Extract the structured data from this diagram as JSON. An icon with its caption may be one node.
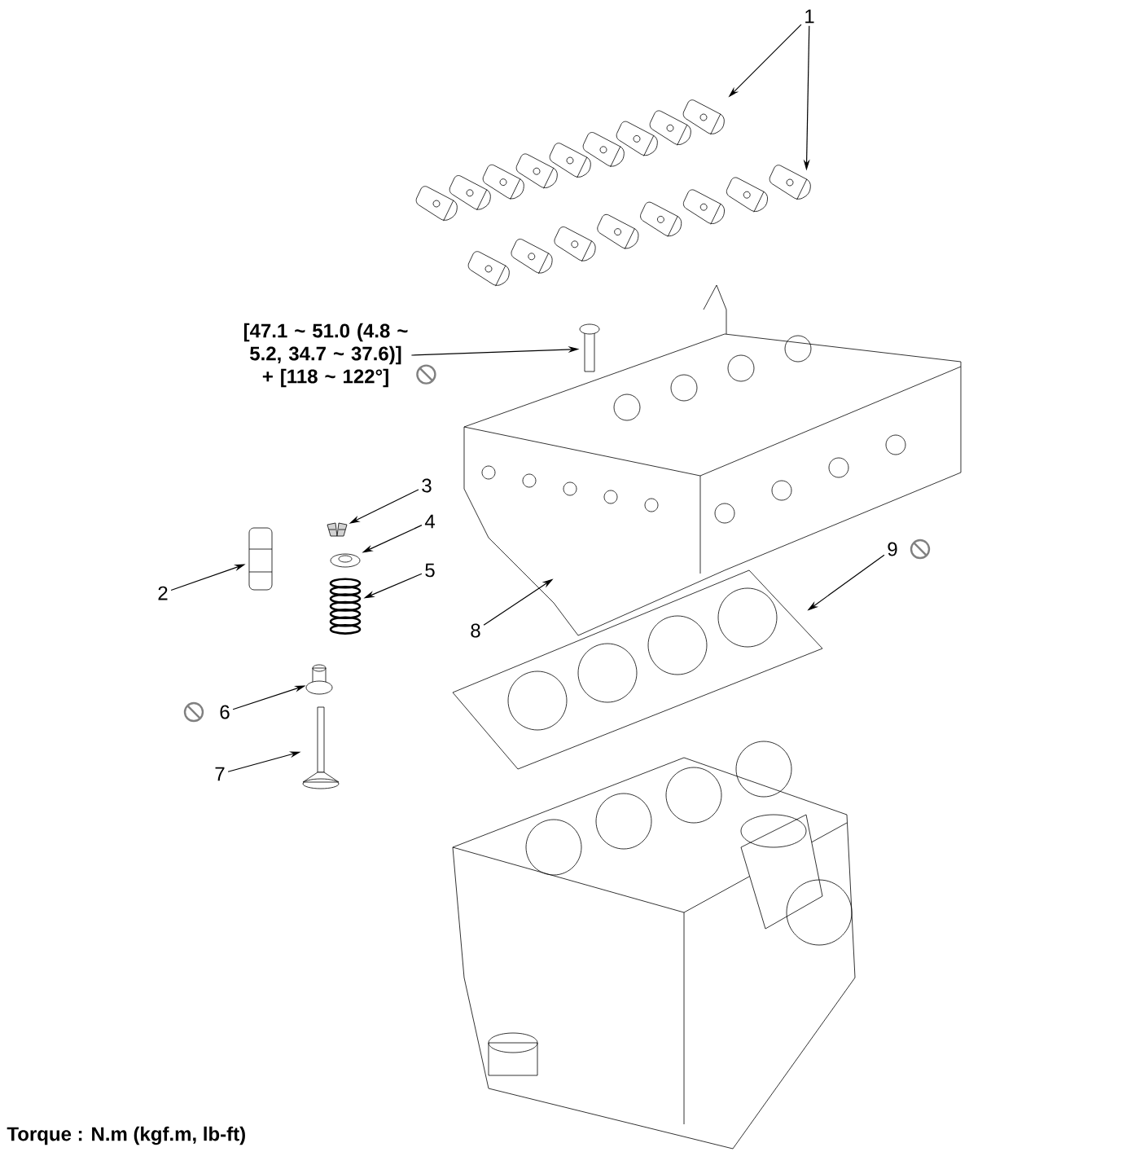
{
  "diagram": {
    "nodes": [
      {
        "text": [
          "1"
        ]
      },
      {
        "text": [],
        "shape": "picture"
      },
      {
        "text": [],
        "shape": "picture"
      },
      {
        "text": [
          "[47.1 ~ 51.0 (4.8 ~ 5.2, 34.7 ~ 37.6)] + [118 ~ 122°]"
        ]
      },
      {
        "text": [],
        "shape": "picture"
      },
      {
        "text": [
          "2"
        ]
      },
      {
        "text": [],
        "shape": "picture"
      },
      {
        "text": [
          "3"
        ]
      },
      {
        "text": [],
        "shape": "picture"
      },
      {
        "text": [
          "4"
        ]
      },
      {
        "text": [],
        "shape": "picture"
      },
      {
        "text": [
          "5"
        ]
      },
      {
        "text": [],
        "shape": "picture"
      },
      {
        "text": [
          "6"
        ]
      },
      {
        "text": [],
        "shape": "picture"
      },
      {
        "text": [
          "7"
        ]
      },
      {
        "text": [],
        "shape": "picture"
      },
      {
        "text": [
          "8"
        ]
      },
      {
        "text": [],
        "shape": "picture"
      },
      {
        "text": [
          "9"
        ]
      },
      {
        "text": [],
        "shape": "picture"
      }
    ],
    "edges": [
      {
        "from": 0,
        "to": 1,
        "arrow": "to"
      },
      {
        "from": 0,
        "to": 2,
        "arrow": "to"
      },
      {
        "from": 3,
        "to": 4,
        "arrow": "to"
      },
      {
        "from": 5,
        "to": 6,
        "arrow": "to"
      },
      {
        "from": 7,
        "to": 8,
        "arrow": "to"
      },
      {
        "from": 9,
        "to": 10,
        "arrow": "to"
      },
      {
        "from": 11,
        "to": 12,
        "arrow": "to"
      },
      {
        "from": 13,
        "to": 14,
        "arrow": "to"
      },
      {
        "from": 15,
        "to": 16,
        "arrow": "to"
      },
      {
        "from": 17,
        "to": 18,
        "arrow": "to"
      },
      {
        "from": 19,
        "to": 20,
        "arrow": "to"
      }
    ],
    "labels": [
      "Torque : N.m (kgf.m, lb-ft)"
    ]
  }
}
